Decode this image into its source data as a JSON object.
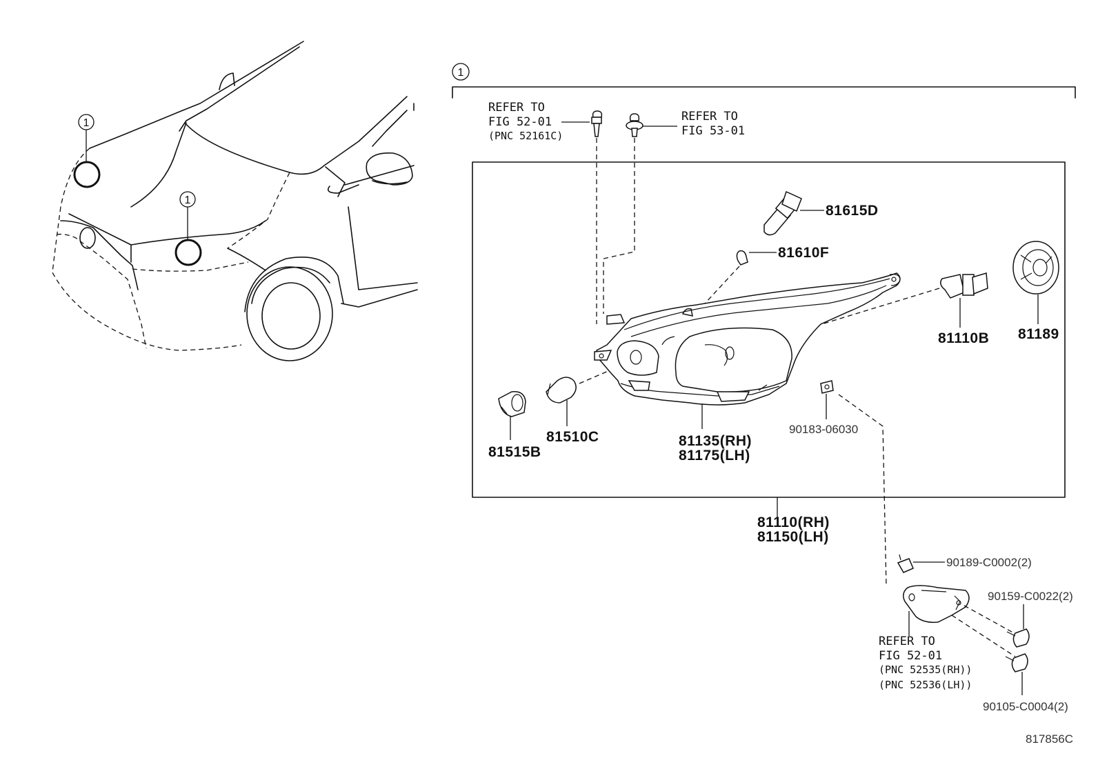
{
  "diagram": {
    "callout_symbol": "1",
    "part_labels": {
      "p81615D": "81615D",
      "p81610F": "81610F",
      "p81110B": "81110B",
      "p81189": "81189",
      "p81515B": "81515B",
      "p81510C": "81510C",
      "p81135": "81135(RH)",
      "p81175": "81175(LH)",
      "p90183": "90183-06030",
      "p81110": "81110(RH)",
      "p81150": "81150(LH)",
      "p90189": "90189-C0002(2)",
      "p90159": "90159-C0022(2)",
      "p90105": "90105-C0004(2)"
    },
    "references": {
      "ref_a_line1": "REFER TO",
      "ref_a_line2": "FIG 52-01",
      "ref_a_line3": "(PNC 52161C)",
      "ref_b_line1": "REFER TO",
      "ref_b_line2": "FIG 53-01",
      "ref_c_line1": "REFER TO",
      "ref_c_line2": "FIG 52-01",
      "ref_c_line3": "(PNC 52535(RH))",
      "ref_c_line4": "(PNC 52536(LH))"
    },
    "figure_code": "817856C"
  }
}
